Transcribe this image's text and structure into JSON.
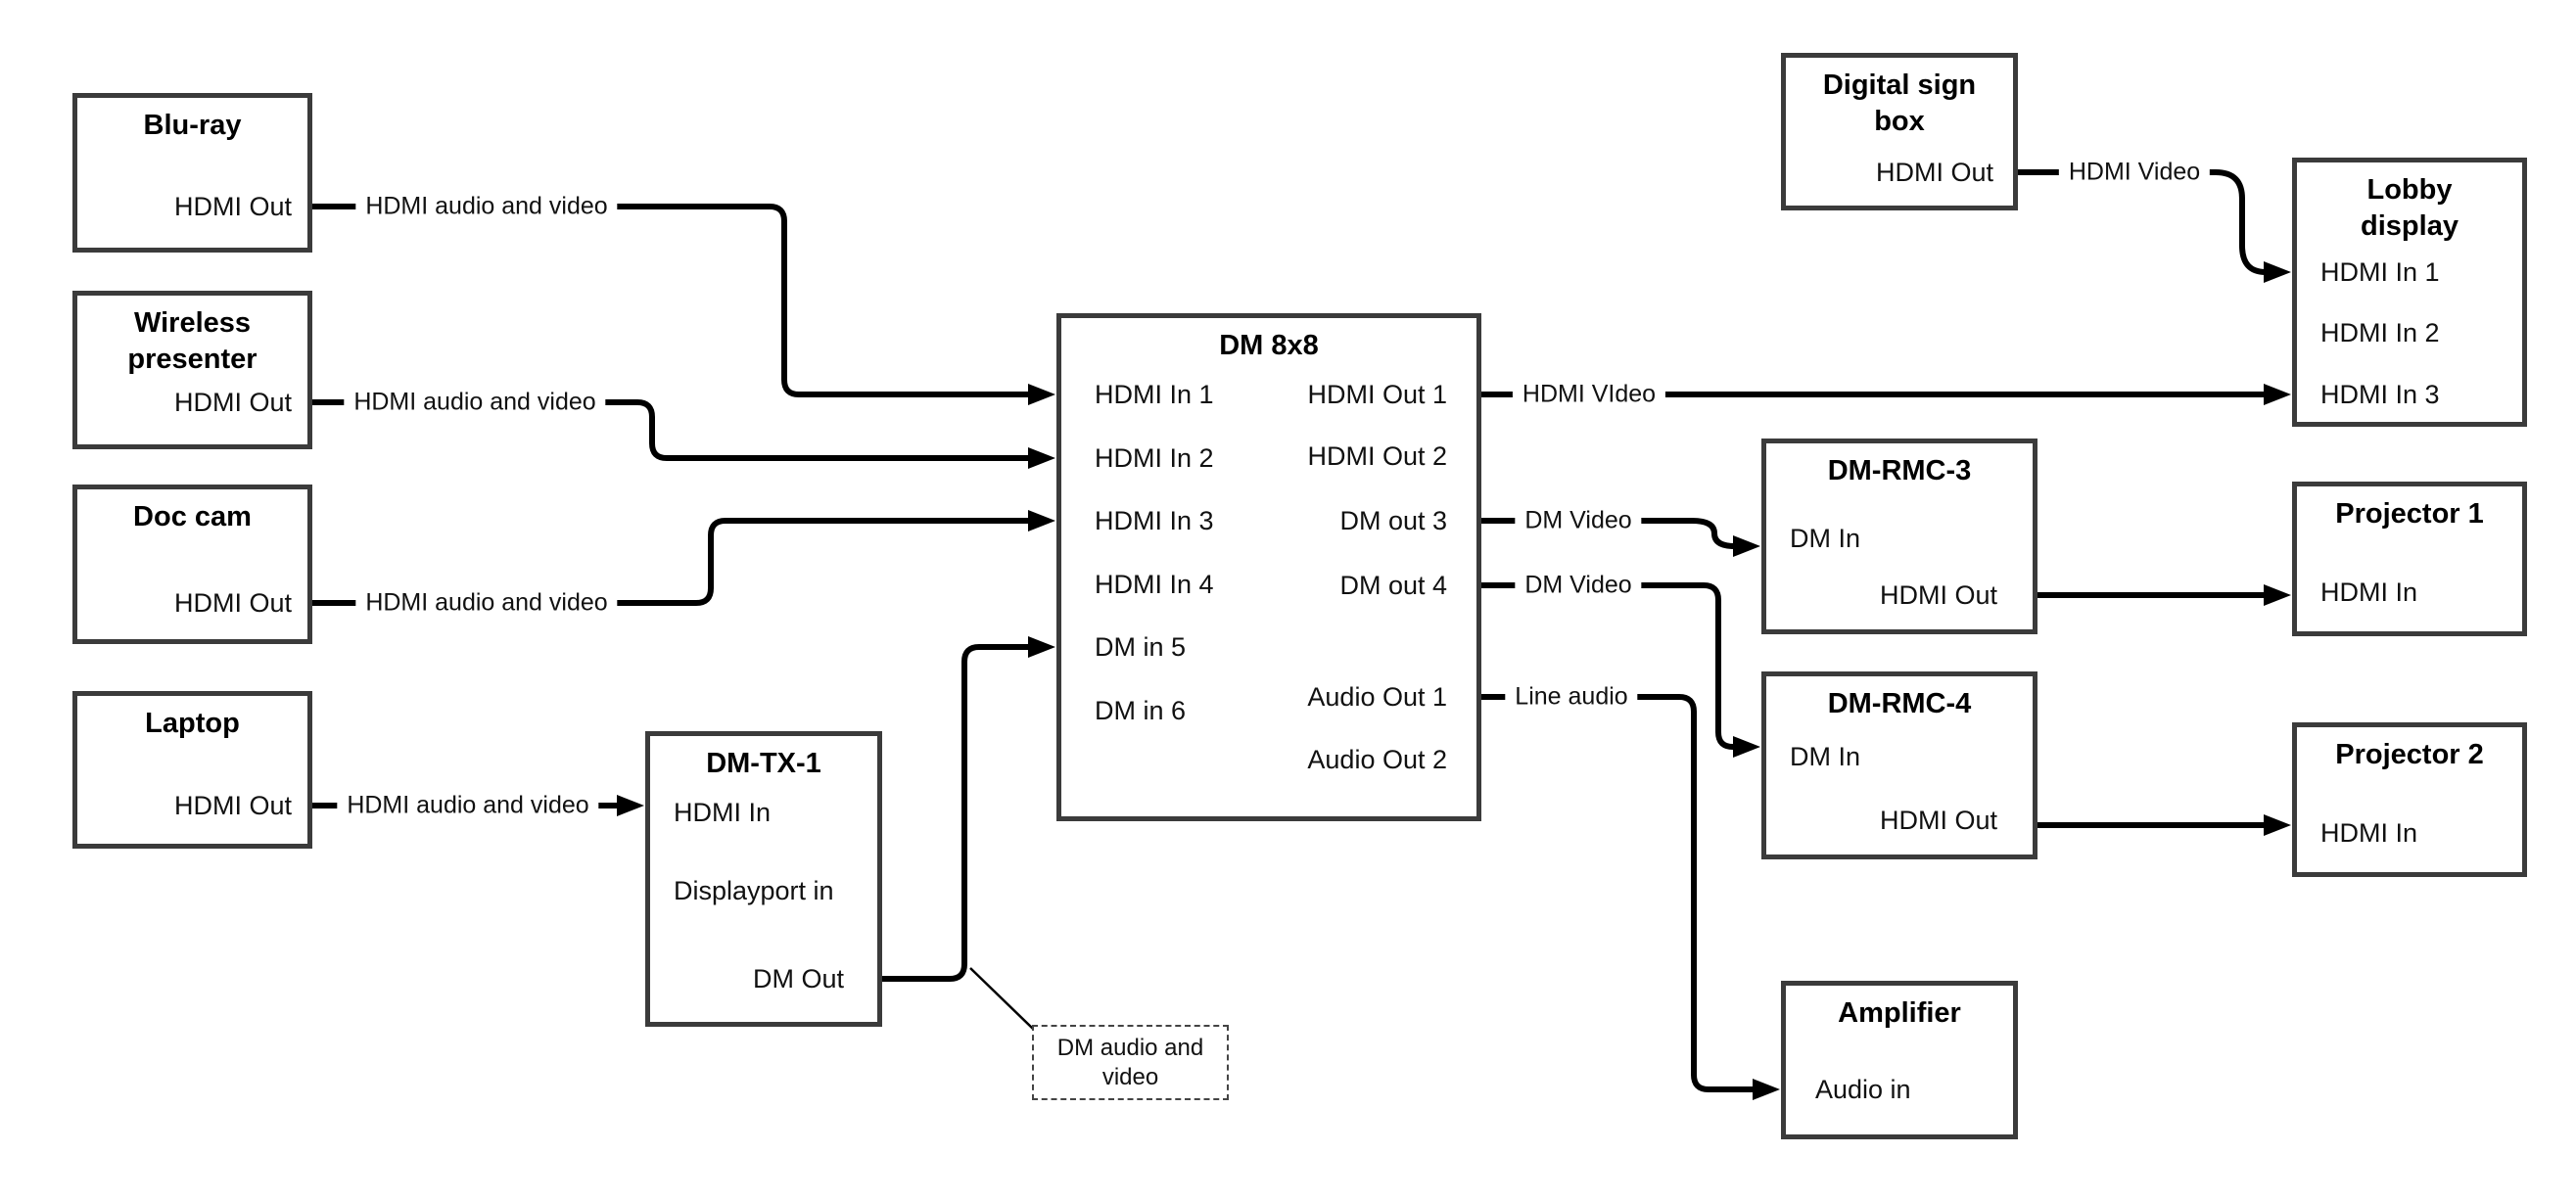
{
  "diagram": {
    "background": "#ffffff",
    "colors": {
      "box_border": "#3b3b3b",
      "connector": "#000000",
      "text": "#111111"
    },
    "nodes": {
      "bluray": {
        "title": "Blu-ray",
        "ports": {
          "hdmi_out": "HDMI Out"
        }
      },
      "wireless": {
        "title": "Wireless\npresenter",
        "ports": {
          "hdmi_out": "HDMI Out"
        }
      },
      "doccam": {
        "title": "Doc cam",
        "ports": {
          "hdmi_out": "HDMI Out"
        }
      },
      "laptop": {
        "title": "Laptop",
        "ports": {
          "hdmi_out": "HDMI Out"
        }
      },
      "dmtx1": {
        "title": "DM-TX-1",
        "ports": {
          "hdmi_in": "HDMI In",
          "displayport_in": "Displayport in",
          "dm_out": "DM Out"
        }
      },
      "dm8x8": {
        "title": "DM 8x8",
        "ports": {
          "hdmi_in_1": "HDMI In 1",
          "hdmi_in_2": "HDMI In 2",
          "hdmi_in_3": "HDMI In 3",
          "hdmi_in_4": "HDMI In 4",
          "dm_in_5": "DM in 5",
          "dm_in_6": "DM in 6",
          "hdmi_out_1": "HDMI Out 1",
          "hdmi_out_2": "HDMI Out 2",
          "dm_out_3": "DM out 3",
          "dm_out_4": "DM out 4",
          "audio_out_1": "Audio Out 1",
          "audio_out_2": "Audio Out 2"
        }
      },
      "digital_sign": {
        "title": "Digital sign\nbox",
        "ports": {
          "hdmi_out": "HDMI Out"
        }
      },
      "lobby": {
        "title": "Lobby\ndisplay",
        "ports": {
          "hdmi_in_1": "HDMI In 1",
          "hdmi_in_2": "HDMI In 2",
          "hdmi_in_3": "HDMI In 3"
        }
      },
      "dmrmc3": {
        "title": "DM-RMC-3",
        "ports": {
          "dm_in": "DM In",
          "hdmi_out": "HDMI Out"
        }
      },
      "projector1": {
        "title": "Projector 1",
        "ports": {
          "hdmi_in": "HDMI In"
        }
      },
      "dmrmc4": {
        "title": "DM-RMC-4",
        "ports": {
          "dm_in": "DM In",
          "hdmi_out": "HDMI Out"
        }
      },
      "projector2": {
        "title": "Projector 2",
        "ports": {
          "hdmi_in": "HDMI In"
        }
      },
      "amplifier": {
        "title": "Amplifier",
        "ports": {
          "audio_in": "Audio in"
        }
      }
    },
    "connection_labels": {
      "bluray_dm8x8": "HDMI audio and video",
      "wireless_dm8x8": "HDMI audio and video",
      "doccam_dm8x8": "HDMI audio and video",
      "laptop_dmtx1": "HDMI audio and video",
      "out1_lobby": "HDMI VIdeo",
      "digital_lobby": "HDMI Video",
      "out3_rmc3": "DM Video",
      "out4_rmc4": "DM Video",
      "audio1_amp": "Line audio"
    },
    "callout": {
      "text": "DM audio and\nvideo"
    }
  }
}
